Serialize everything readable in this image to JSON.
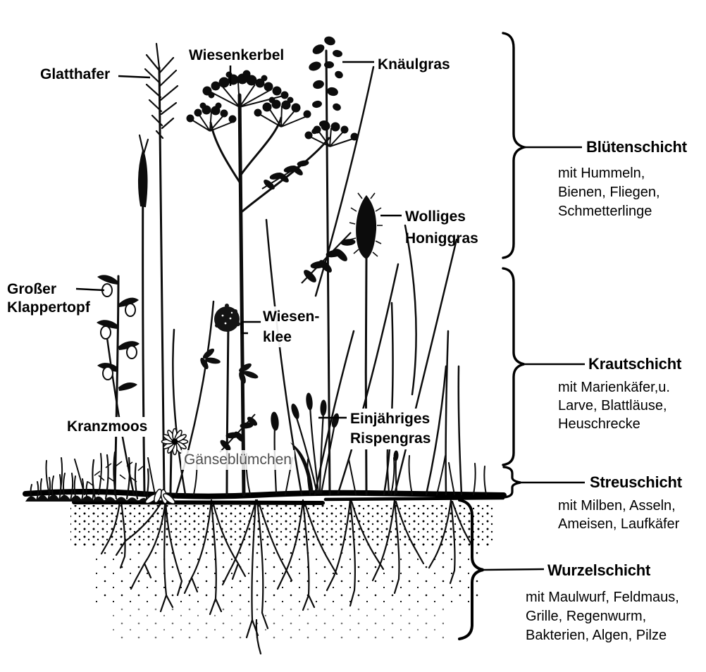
{
  "plants": {
    "glatthafer": {
      "label": "Glatthafer"
    },
    "wiesenkerbel": {
      "label": "Wiesenkerbel"
    },
    "knaeulgras": {
      "label": "Knäulgras"
    },
    "wolliges_honiggras": {
      "line1": "Wolliges",
      "line2": "Honiggras"
    },
    "grosser_klappertopf": {
      "line1": "Großer",
      "line2": "Klappertopf"
    },
    "wiesenklee": {
      "line1": "Wiesen-",
      "line2": "klee"
    },
    "kranzmoos": {
      "label": "Kranzmoos"
    },
    "gaensebluemchen": {
      "label": "Gänseblümchen"
    },
    "einjaehriges_rispengras": {
      "line1": "Einjähriges",
      "line2": "Rispengras"
    }
  },
  "layers": [
    {
      "name": "Blütenschicht",
      "fauna": [
        "mit Hummeln,",
        "Bienen, Fliegen,",
        "Schmetterlinge"
      ]
    },
    {
      "name": "Krautschicht",
      "fauna": [
        "mit Marienkäfer,u.",
        "Larve, Blattläuse,",
        "Heuschrecke"
      ]
    },
    {
      "name": "Streuschicht",
      "fauna": [
        "mit Milben, Asseln,",
        "Ameisen, Laufkäfer"
      ]
    },
    {
      "name": "Wurzelschicht",
      "fauna": [
        "mit Maulwurf, Feldmaus,",
        "Grille, Regenwurm,",
        "Bakterien, Algen, Pilze"
      ]
    }
  ],
  "colors": {
    "ink": "#000000",
    "paper": "#ffffff",
    "muted_label": "#4f4f4f"
  }
}
